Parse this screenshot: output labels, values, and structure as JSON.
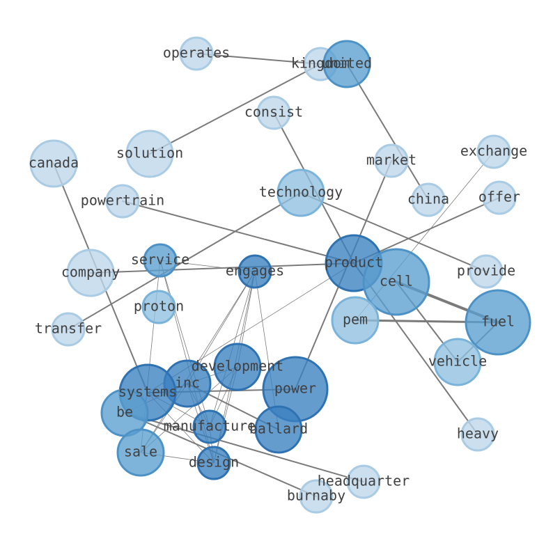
{
  "graph": {
    "colors": {
      "light": "#bcd6ea",
      "light_stroke": "#a9cbe4",
      "mid_light": "#8fc0e0",
      "mid_light_stroke": "#7ab3da",
      "mid": "#5b9fd0",
      "mid_stroke": "#4d92c6",
      "dark": "#3a80c0",
      "dark_stroke": "#2f72b2",
      "edge": "#7a7a7a"
    },
    "nodes": [
      {
        "id": "operates",
        "label": "operates",
        "size": 1,
        "tone": "light"
      },
      {
        "id": "kingdom",
        "label": "kingdom",
        "size": 1,
        "tone": "light"
      },
      {
        "id": "united",
        "label": "united",
        "size": 2,
        "tone": "mid"
      },
      {
        "id": "consist",
        "label": "consist",
        "size": 1,
        "tone": "light"
      },
      {
        "id": "solution",
        "label": "solution",
        "size": 2,
        "tone": "light"
      },
      {
        "id": "canada",
        "label": "canada",
        "size": 2,
        "tone": "light"
      },
      {
        "id": "market",
        "label": "market",
        "size": 1,
        "tone": "light"
      },
      {
        "id": "exchange",
        "label": "exchange",
        "size": 1,
        "tone": "light"
      },
      {
        "id": "technology",
        "label": "technology",
        "size": 2,
        "tone": "mid_light"
      },
      {
        "id": "china",
        "label": "china",
        "size": 1,
        "tone": "light"
      },
      {
        "id": "offer",
        "label": "offer",
        "size": 1,
        "tone": "light"
      },
      {
        "id": "powertrain",
        "label": "powertrain",
        "size": 1,
        "tone": "light"
      },
      {
        "id": "product",
        "label": "product",
        "size": 3,
        "tone": "dark"
      },
      {
        "id": "service",
        "label": "service",
        "size": 1,
        "tone": "mid"
      },
      {
        "id": "company",
        "label": "company",
        "size": 2,
        "tone": "light"
      },
      {
        "id": "engages",
        "label": "engages",
        "size": 1,
        "tone": "dark"
      },
      {
        "id": "cell",
        "label": "cell",
        "size": 4,
        "tone": "mid"
      },
      {
        "id": "provide",
        "label": "provide",
        "size": 1,
        "tone": "light"
      },
      {
        "id": "proton",
        "label": "proton",
        "size": 1,
        "tone": "mid_light"
      },
      {
        "id": "pem",
        "label": "pem",
        "size": 2,
        "tone": "mid_light"
      },
      {
        "id": "fuel",
        "label": "fuel",
        "size": 4,
        "tone": "mid"
      },
      {
        "id": "transfer",
        "label": "transfer",
        "size": 1,
        "tone": "light"
      },
      {
        "id": "development",
        "label": "development",
        "size": 2,
        "tone": "dark"
      },
      {
        "id": "vehicle",
        "label": "vehicle",
        "size": 2,
        "tone": "mid_light"
      },
      {
        "id": "inc",
        "label": "inc",
        "size": 2,
        "tone": "dark"
      },
      {
        "id": "power",
        "label": "power",
        "size": 4,
        "tone": "dark"
      },
      {
        "id": "systems",
        "label": "systems",
        "size": 3,
        "tone": "dark"
      },
      {
        "id": "be",
        "label": "be",
        "size": 2,
        "tone": "mid"
      },
      {
        "id": "manufacture",
        "label": "manufacture",
        "size": 1,
        "tone": "dark"
      },
      {
        "id": "ballard",
        "label": "ballard",
        "size": 2,
        "tone": "dark"
      },
      {
        "id": "heavy",
        "label": "heavy",
        "size": 1,
        "tone": "light"
      },
      {
        "id": "sale",
        "label": "sale",
        "size": 2,
        "tone": "mid"
      },
      {
        "id": "design",
        "label": "design",
        "size": 1,
        "tone": "dark"
      },
      {
        "id": "headquarter",
        "label": "headquarter",
        "size": 1,
        "tone": "light"
      },
      {
        "id": "burnaby",
        "label": "burnaby",
        "size": 1,
        "tone": "light"
      }
    ],
    "edges": [
      {
        "source": "operates",
        "target": "kingdom",
        "weight": 2
      },
      {
        "source": "kingdom",
        "target": "united",
        "weight": 2
      },
      {
        "source": "united",
        "target": "china",
        "weight": 2
      },
      {
        "source": "solution",
        "target": "kingdom",
        "weight": 2
      },
      {
        "source": "consist",
        "target": "product",
        "weight": 2
      },
      {
        "source": "canada",
        "target": "systems",
        "weight": 2
      },
      {
        "source": "market",
        "target": "power",
        "weight": 2
      },
      {
        "source": "exchange",
        "target": "pem",
        "weight": 1
      },
      {
        "source": "offer",
        "target": "product",
        "weight": 2
      },
      {
        "source": "technology",
        "target": "provide",
        "weight": 2
      },
      {
        "source": "technology",
        "target": "transfer",
        "weight": 2
      },
      {
        "source": "powertrain",
        "target": "product",
        "weight": 2
      },
      {
        "source": "company",
        "target": "product",
        "weight": 2
      },
      {
        "source": "product",
        "target": "heavy",
        "weight": 2
      },
      {
        "source": "product",
        "target": "systems",
        "weight": 1
      },
      {
        "source": "cell",
        "target": "fuel",
        "weight": 4
      },
      {
        "source": "cell",
        "target": "vehicle",
        "weight": 2
      },
      {
        "source": "pem",
        "target": "fuel",
        "weight": 3
      },
      {
        "source": "fuel",
        "target": "vehicle",
        "weight": 2
      },
      {
        "source": "systems",
        "target": "power",
        "weight": 2
      },
      {
        "source": "inc",
        "target": "ballard",
        "weight": 2
      },
      {
        "source": "be",
        "target": "headquarter",
        "weight": 2
      },
      {
        "source": "be",
        "target": "burnaby",
        "weight": 2
      },
      {
        "source": "sale",
        "target": "design",
        "weight": 1
      },
      {
        "source": "service",
        "target": "engages",
        "weight": 1
      },
      {
        "source": "service",
        "target": "manufacture",
        "weight": 1
      },
      {
        "source": "service",
        "target": "design",
        "weight": 1
      },
      {
        "source": "service",
        "target": "sale",
        "weight": 1
      },
      {
        "source": "engages",
        "target": "development",
        "weight": 1
      },
      {
        "source": "engages",
        "target": "manufacture",
        "weight": 1
      },
      {
        "source": "engages",
        "target": "design",
        "weight": 1
      },
      {
        "source": "engages",
        "target": "sale",
        "weight": 1
      },
      {
        "source": "engages",
        "target": "inc",
        "weight": 1
      },
      {
        "source": "engages",
        "target": "ballard",
        "weight": 1
      },
      {
        "source": "development",
        "target": "design",
        "weight": 1
      },
      {
        "source": "development",
        "target": "sale",
        "weight": 1
      },
      {
        "source": "development",
        "target": "manufacture",
        "weight": 1
      },
      {
        "source": "development",
        "target": "inc",
        "weight": 1
      },
      {
        "source": "inc",
        "target": "design",
        "weight": 1
      },
      {
        "source": "inc",
        "target": "manufacture",
        "weight": 1
      },
      {
        "source": "manufacture",
        "target": "design",
        "weight": 1
      },
      {
        "source": "systems",
        "target": "design",
        "weight": 1
      },
      {
        "source": "systems",
        "target": "manufacture",
        "weight": 1
      },
      {
        "source": "be",
        "target": "inc",
        "weight": 1
      },
      {
        "source": "sale",
        "target": "inc",
        "weight": 1
      }
    ]
  }
}
